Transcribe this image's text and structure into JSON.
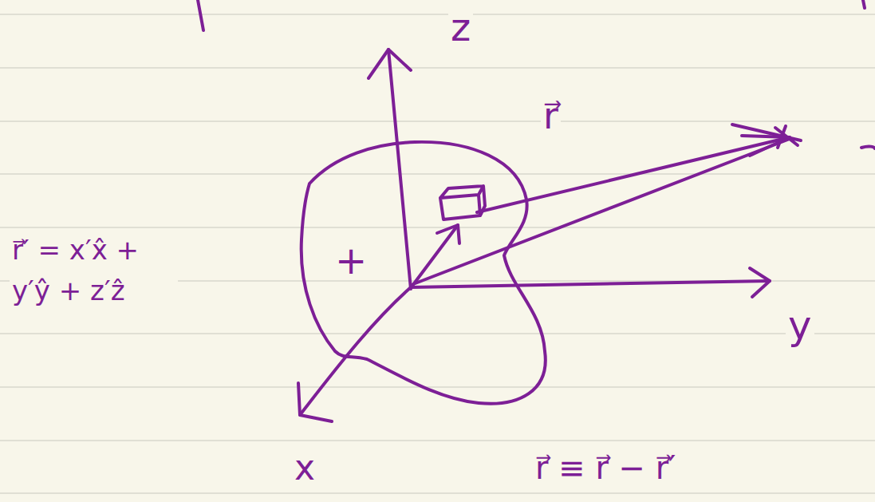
{
  "diagram": {
    "nodes": [
      {
        "text": [
          "+"
        ]
      }
    ],
    "labels": [
      "z",
      "r⃗",
      "y",
      "x",
      "r⃗′ = x′x̂ + y′ŷ + z′ẑ",
      "r⃗ ≡ r⃗ − r⃗′"
    ]
  }
}
